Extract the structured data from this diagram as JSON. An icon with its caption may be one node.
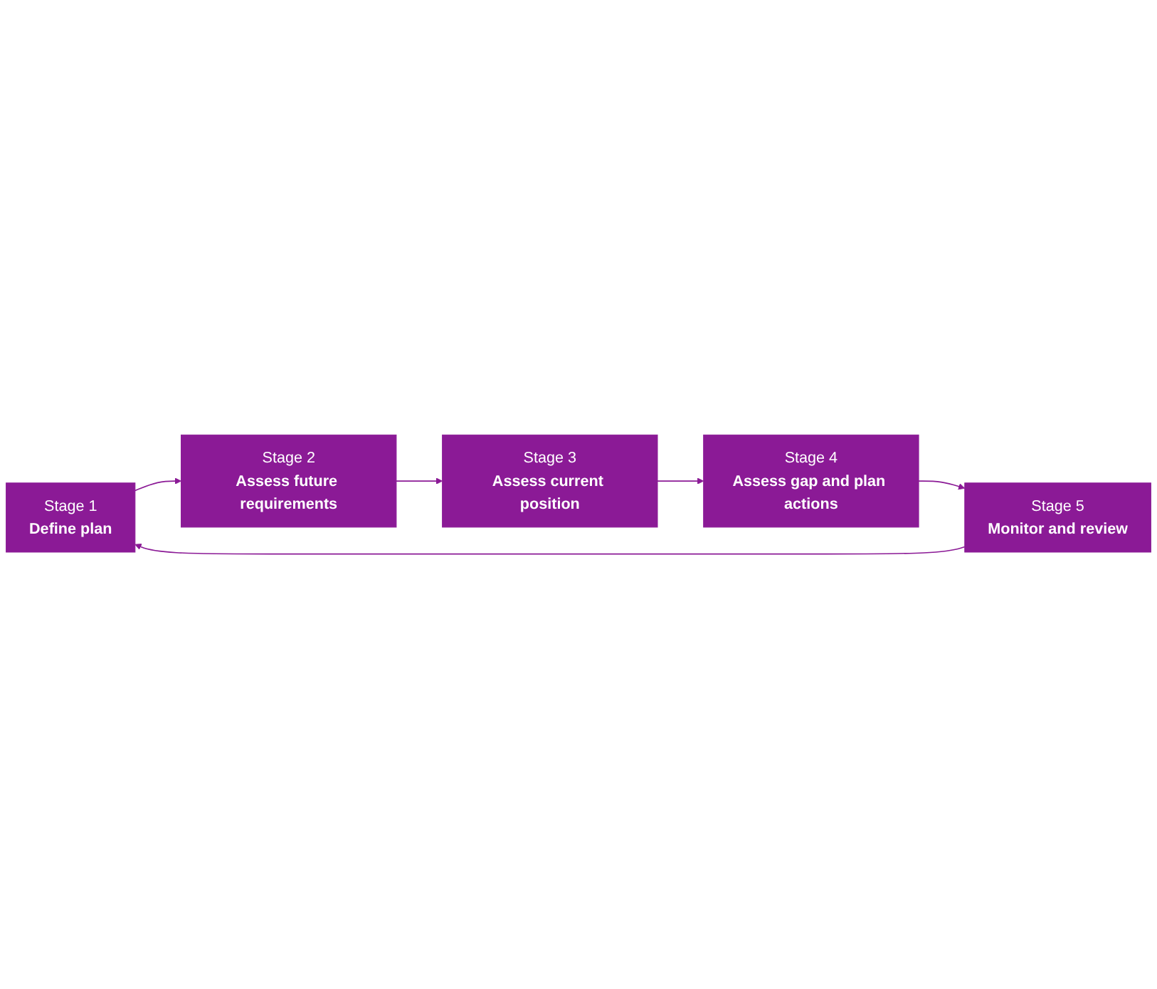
{
  "diagram": {
    "nodes": [
      {
        "text": [
          "Stage 1",
          "Define plan"
        ]
      },
      {
        "text": [
          "Stage 2",
          "Assess future requirements"
        ]
      },
      {
        "text": [
          "Stage 3",
          "Assess current position"
        ]
      },
      {
        "text": [
          "Stage 4",
          "Assess gap and plan actions"
        ]
      },
      {
        "text": [
          "Stage 5",
          "Monitor and review"
        ]
      }
    ],
    "edges": [
      {
        "from": 0,
        "to": 1,
        "arrow": "to"
      },
      {
        "from": 1,
        "to": 2,
        "arrow": "to"
      },
      {
        "from": 2,
        "to": 3,
        "arrow": "to"
      },
      {
        "from": 3,
        "to": 4,
        "arrow": "to"
      },
      {
        "from": 4,
        "to": 0,
        "arrow": "to"
      }
    ]
  }
}
